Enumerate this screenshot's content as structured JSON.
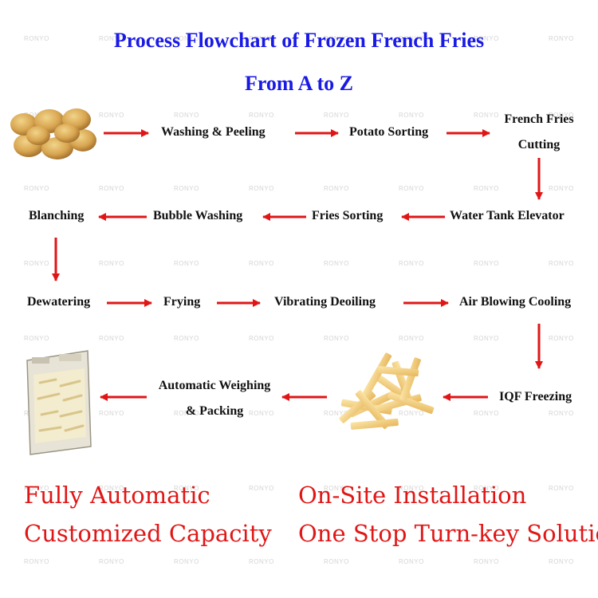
{
  "title": {
    "line1": "Process Flowchart of Frozen French Fries",
    "line2": "From A to Z"
  },
  "watermark": "RONYO",
  "steps": {
    "washing_peeling": "Washing & Peeling",
    "potato_sorting": "Potato Sorting",
    "french_fries_cutting_1": "French Fries",
    "french_fries_cutting_2": "Cutting",
    "water_tank_elevator": "Water Tank Elevator",
    "fries_sorting": "Fries Sorting",
    "bubble_washing": "Bubble Washing",
    "blanching": "Blanching",
    "dewatering": "Dewatering",
    "frying": "Frying",
    "vibrating_deoiling": "Vibrating Deoiling",
    "air_blowing_cooling": "Air Blowing Cooling",
    "iqf_freezing": "IQF Freezing",
    "weighing_packing_1": "Automatic Weighing",
    "weighing_packing_2": "& Packing"
  },
  "features": {
    "fully_automatic": "Fully Automatic",
    "on_site_installation": "On-Site Installation",
    "customized_capacity": "Customized Capacity",
    "turnkey_solution": "One Stop Turn-key Solution"
  },
  "colors": {
    "title": "#1a1ae6",
    "arrow": "#e01616",
    "feature_text": "#e01616"
  }
}
